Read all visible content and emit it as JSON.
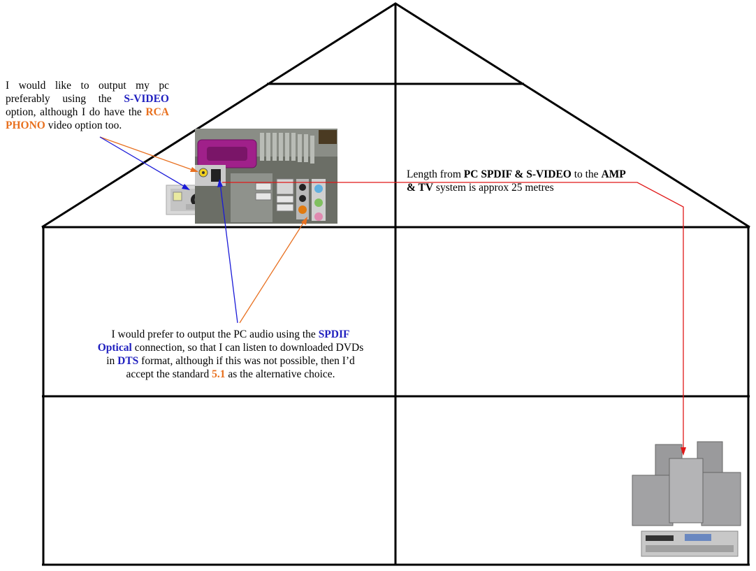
{
  "colors": {
    "line": "#000000",
    "blue_arrow": "#1a1ad8",
    "orange_arrow": "#e87020",
    "red_arrow": "#e01818",
    "blue_text": "#1f1fbf",
    "orange_text": "#e8701e"
  },
  "notes": {
    "left": {
      "t1": "I would like to output my pc preferably using the ",
      "svideo": "S-VIDEO",
      "t2": " option, although I do have the ",
      "rca": "RCA PHONO",
      "t3": " video option too."
    },
    "right": {
      "t1": "Length from ",
      "pc": "PC SPDIF & S-VIDEO",
      "t2": " to the ",
      "amp": "AMP & TV",
      "t3": " system is approx 25 metres"
    },
    "bottom": {
      "t1": "I would prefer to output the PC audio using the ",
      "spdif": "SPDIF Optical",
      "t2": " connection, so that I can listen to downloaded DVDs in ",
      "dts": "DTS",
      "t3": " format, although if this was not possible, then I’d accept the standard ",
      "five": "5.1",
      "t4": " as the alternative choice."
    }
  },
  "images": {
    "pc_panel": "motherboard-rear-io-photo",
    "svideo_bracket": "svideo-bracket-photo",
    "speakers": "home-theater-system-photo"
  }
}
